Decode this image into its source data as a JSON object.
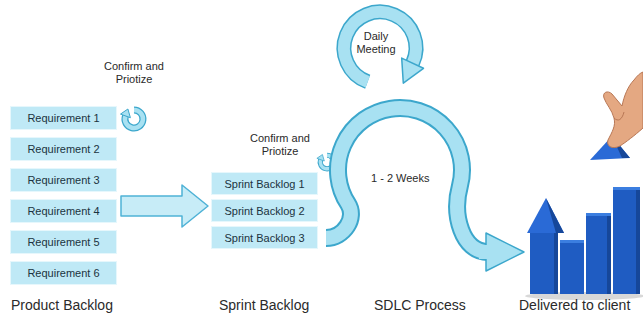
{
  "diagram": {
    "nodes": [
      {
        "text": [
          "Requirement 1"
        ]
      },
      {
        "text": [
          "Requirement 2"
        ]
      },
      {
        "text": [
          "Requirement 3"
        ]
      },
      {
        "text": [
          "Requirement 4"
        ]
      },
      {
        "text": [
          "Requirement 5"
        ]
      },
      {
        "text": [
          "Requirement 6"
        ]
      },
      {
        "text": [
          "Sprint Backlog 1"
        ]
      },
      {
        "text": [
          "Sprint Backlog 2"
        ]
      },
      {
        "text": [
          "Sprint Backlog 3"
        ]
      }
    ],
    "labels": [
      "Confirm and Priotize",
      "Confirm and Priotize",
      "Daily Meeting",
      "1 - 2 Weeks",
      "Product Backlog",
      "Sprint Backlog",
      "SDLC Process",
      "Delivered to client"
    ]
  }
}
